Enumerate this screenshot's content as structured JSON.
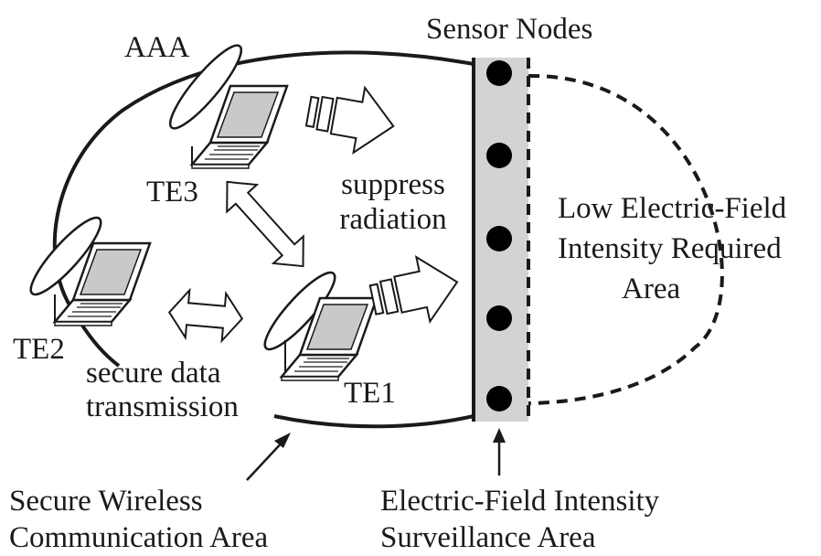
{
  "labels": {
    "sensor_nodes": "Sensor Nodes",
    "aaa": "AAA",
    "te3": "TE3",
    "te2": "TE2",
    "te1": "TE1",
    "suppress": "suppress",
    "radiation": "radiation",
    "low_field_line1": "Low Electric-Field",
    "low_field_line2": "Intensity Required",
    "low_field_line3": "Area",
    "secure_data_line1": "secure data",
    "secure_data_line2": "transmission",
    "secure_area_line1": "Secure Wireless",
    "secure_area_line2": "Communication Area",
    "surveillance_line1": "Electric-Field Intensity",
    "surveillance_line2": "Surveillance Area"
  },
  "colors": {
    "ink": "#1a1a1a",
    "surveillance_band": "#d3d3d3",
    "laptop_screen": "#c9c9c9",
    "laptop_body": "#ffffff"
  },
  "icons": [
    "laptop-icon",
    "antenna-icon",
    "double-arrow-icon",
    "radiation-arrow-icon",
    "sensor-node-icon"
  ]
}
